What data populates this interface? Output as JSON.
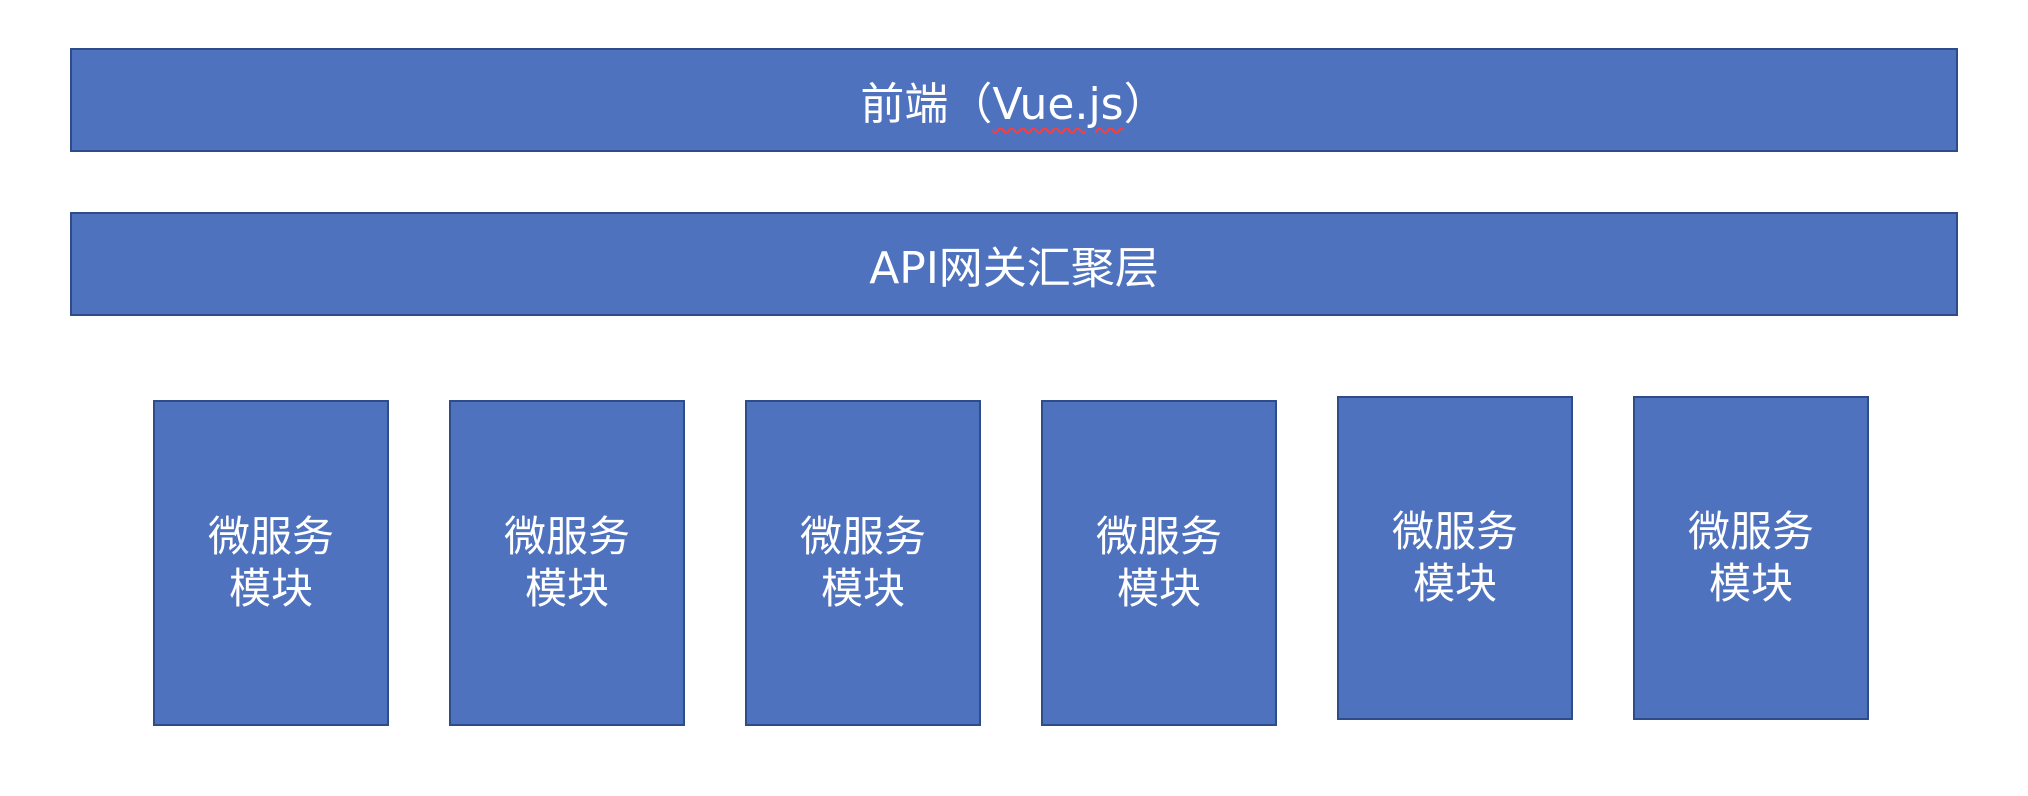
{
  "diagram": {
    "layers": {
      "frontend": {
        "prefix": "前端（",
        "highlight": "Vue.js",
        "suffix": "）"
      },
      "gateway": {
        "label": "API网关汇聚层"
      }
    },
    "modules": [
      {
        "line1": "微服务",
        "line2": "模块"
      },
      {
        "line1": "微服务",
        "line2": "模块"
      },
      {
        "line1": "微服务",
        "line2": "模块"
      },
      {
        "line1": "微服务",
        "line2": "模块"
      },
      {
        "line1": "微服务",
        "line2": "模块"
      },
      {
        "line1": "微服务",
        "line2": "模块"
      }
    ],
    "colors": {
      "box_fill": "#4f72bf",
      "box_border": "#2f4c8a",
      "text": "#ffffff",
      "spellcheck_underline": "#ff3b3b"
    }
  }
}
